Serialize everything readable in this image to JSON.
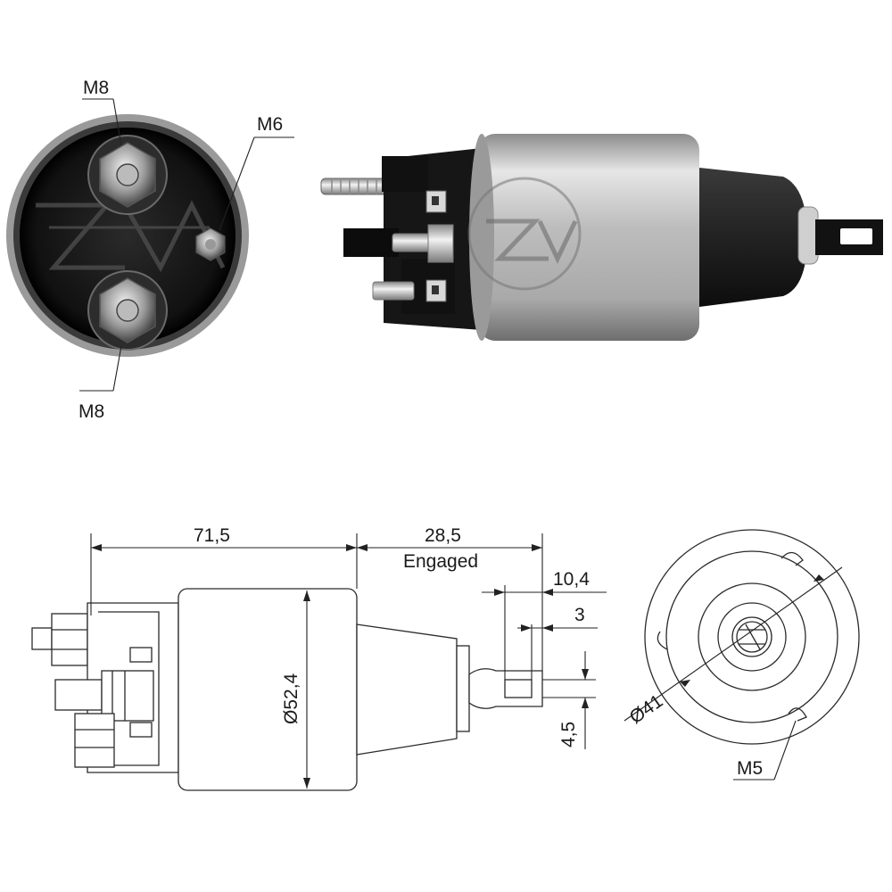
{
  "photo_end_view": {
    "label_top": "M8",
    "label_right": "M6",
    "label_bottom": "M8"
  },
  "technical_drawing": {
    "length_body": "71,5",
    "length_plunger": "28,5",
    "engaged": "Engaged",
    "tab_length": "10,4",
    "tab_offset": "3",
    "tab_width": "4,5",
    "body_diameter": "Ø52,4",
    "flange_diameter": "Ø41",
    "mount_thread": "M5"
  },
  "colors": {
    "housing_dark": "#161616",
    "silver": "#c4c4c4",
    "line": "#222222"
  }
}
